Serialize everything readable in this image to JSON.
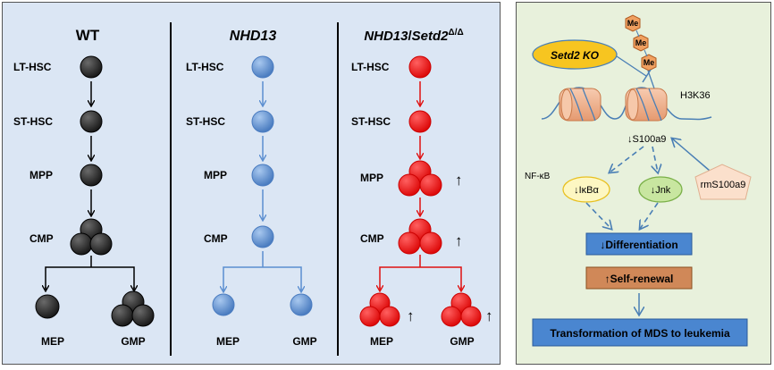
{
  "left": {
    "columns": [
      {
        "title": "WT",
        "stages": [
          "LT-HSC",
          "ST-HSC",
          "MPP",
          "CMP"
        ],
        "leaves": [
          "MEP",
          "GMP"
        ],
        "fill": "#2b2b2b",
        "arrow": "#000000"
      },
      {
        "title": "NHD13",
        "stages": [
          "LT-HSC",
          "ST-HSC",
          "MPP",
          "CMP"
        ],
        "leaves": [
          "MEP",
          "GMP"
        ],
        "fill": "#5b8ed0",
        "arrow": "#5b8ed0"
      },
      {
        "title_main": "NHD13",
        "title_sep": "/",
        "title_gene": "Setd2",
        "title_sup": "Δ/Δ",
        "stages": [
          "LT-HSC",
          "ST-HSC",
          "MPP",
          "CMP"
        ],
        "leaves": [
          "MEP",
          "GMP"
        ],
        "fill": "#ee1d1d",
        "arrow": "#e01010",
        "up_arrow": "↑"
      }
    ]
  },
  "right": {
    "me_label": "Me",
    "ko_label": "Setd2 KO",
    "h3k36_label": "H3K36",
    "s100a9_label": "↓S100a9",
    "nfkb_label": "NF-κB",
    "ikba_label": "↓IκBα",
    "jnk_label": "↓Jnk",
    "rms_label": "rmS100a9",
    "diff_label": "↓Differentiation",
    "self_label": "↑Self-renewal",
    "transform_label": "Transformation of MDS to leukemia"
  },
  "colors": {
    "left_bg": "#dbe6f4",
    "right_bg": "#e8f1dc",
    "me_fill": "#f0a060",
    "ko_fill": "#f7c520",
    "ikba_fill": "#fdf7c2",
    "jnk_fill": "#c8e6a0",
    "rms_fill": "#fbe0cc",
    "diff_fill": "#4a86d0",
    "self_fill": "#d08858",
    "transform_fill": "#4a86d0",
    "nucleosome": "#f2b48e",
    "arrow_blue": "#4a7fb5"
  }
}
